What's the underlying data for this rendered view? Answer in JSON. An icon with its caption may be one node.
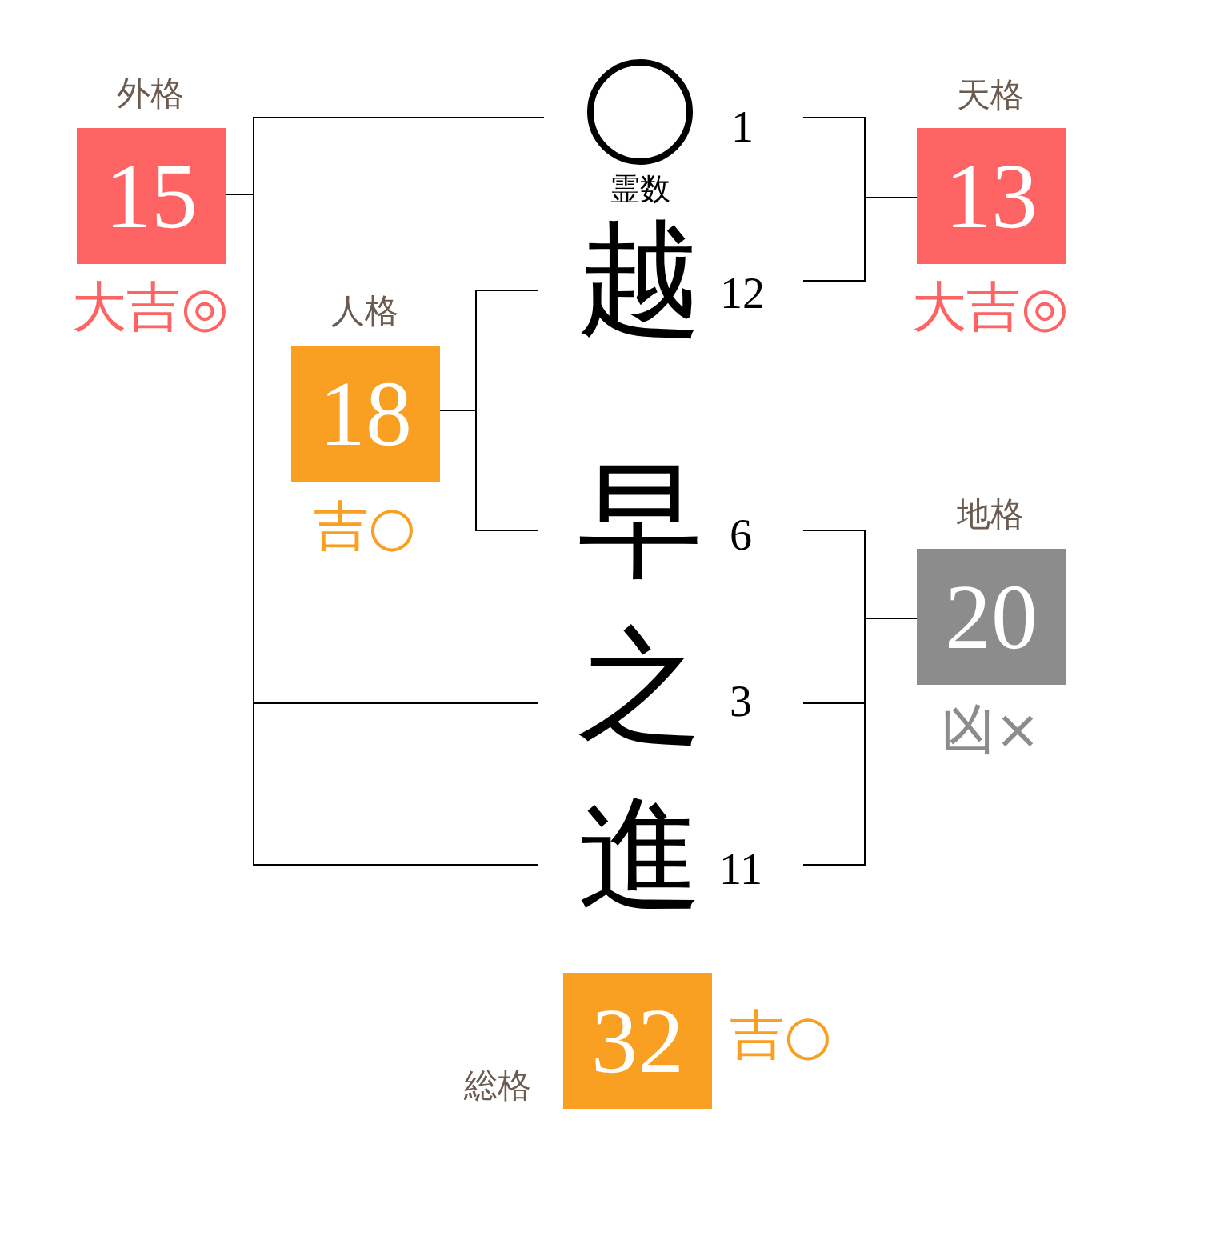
{
  "diagram": {
    "nodes": [
      {
        "text": [
          "外格",
          "15"
        ],
        "beside": [
          "大吉◎"
        ]
      },
      {
        "text": [],
        "shape": "circle",
        "beside": [
          "1",
          "霊数"
        ]
      },
      {
        "text": [
          "天格",
          "13"
        ],
        "beside": [
          "大吉◎"
        ]
      },
      {
        "text": [
          "越"
        ],
        "beside": [
          "12"
        ]
      },
      {
        "text": [
          "人格",
          "18"
        ],
        "beside": [
          "吉○"
        ]
      },
      {
        "text": [
          "早"
        ],
        "beside": [
          "6"
        ]
      },
      {
        "text": [
          "地格",
          "20"
        ],
        "beside": [
          "凶×"
        ]
      },
      {
        "text": [
          "之"
        ],
        "beside": [
          "3"
        ]
      },
      {
        "text": [
          "進"
        ],
        "beside": [
          "11"
        ]
      },
      {
        "text": [
          "総格",
          "32"
        ],
        "beside": [
          "吉○"
        ]
      }
    ],
    "edges": [
      {
        "from": 1,
        "to": 0,
        "arrow": "none"
      },
      {
        "from": 7,
        "to": 0,
        "arrow": "none"
      },
      {
        "from": 8,
        "to": 0,
        "arrow": "none"
      },
      {
        "from": 1,
        "to": 2,
        "arrow": "none"
      },
      {
        "from": 3,
        "to": 2,
        "arrow": "none"
      },
      {
        "from": 3,
        "to": 4,
        "arrow": "none"
      },
      {
        "from": 5,
        "to": 4,
        "arrow": "none"
      },
      {
        "from": 5,
        "to": 6,
        "arrow": "none"
      },
      {
        "from": 7,
        "to": 6,
        "arrow": "none"
      },
      {
        "from": 8,
        "to": 6,
        "arrow": "none"
      }
    ]
  }
}
